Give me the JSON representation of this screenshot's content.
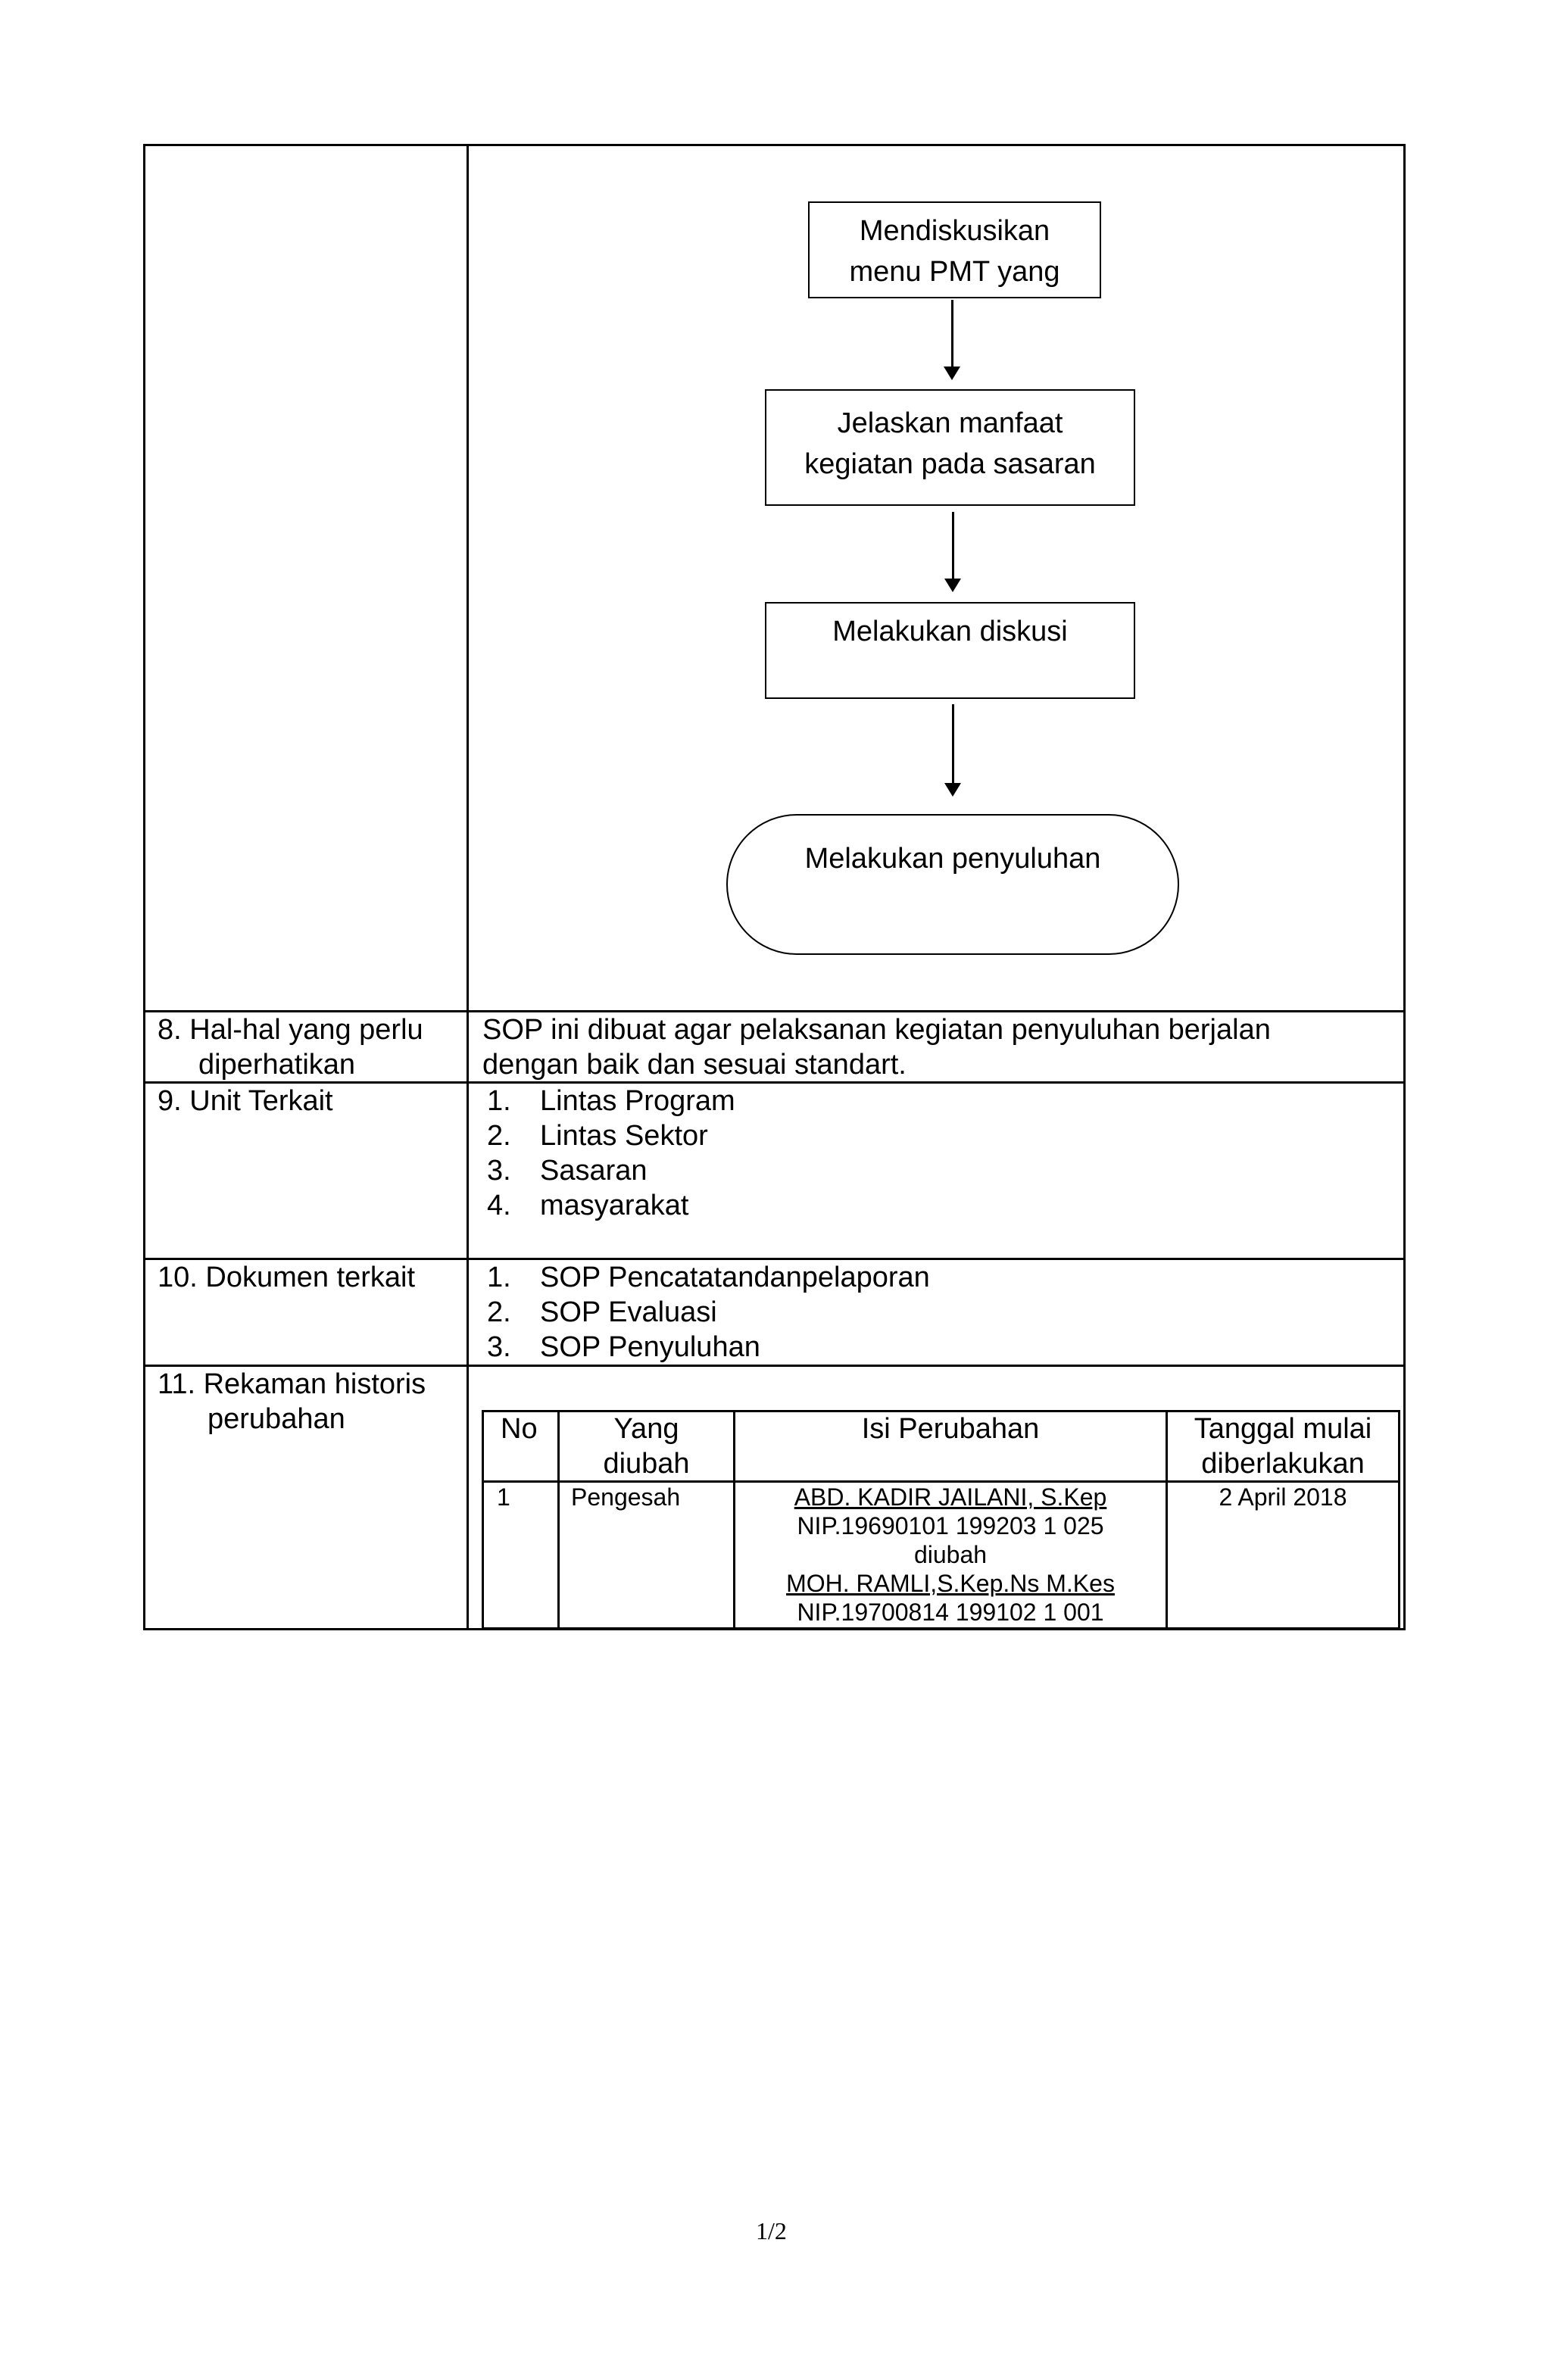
{
  "flowchart": {
    "step1": [
      "Mendiskusikan",
      "menu PMT yang"
    ],
    "step2": [
      "Jelaskan manfaat",
      "kegiatan pada sasaran"
    ],
    "step3": [
      "Melakukan diskusi"
    ],
    "terminal": "Melakukan penyuluhan"
  },
  "rows": {
    "hal_hal": {
      "label": [
        "8. Hal-hal yang perlu",
        "diperhatikan"
      ],
      "text": [
        "SOP ini dibuat agar pelaksanan kegiatan penyuluhan berjalan",
        "dengan baik dan sesuai standart."
      ]
    },
    "unit": {
      "label": "9. Unit Terkait",
      "items": [
        {
          "num": "1.",
          "text": "Lintas Program"
        },
        {
          "num": "2.",
          "text": "Lintas Sektor"
        },
        {
          "num": "3.",
          "text": "Sasaran"
        },
        {
          "num": "4.",
          "text": "masyarakat"
        }
      ]
    },
    "dokumen": {
      "label": "10. Dokumen terkait",
      "items": [
        {
          "num": "1.",
          "text": "SOP Pencatatandanpelaporan"
        },
        {
          "num": "2.",
          "text": "SOP Evaluasi"
        },
        {
          "num": "3.",
          "text": "SOP Penyuluhan"
        }
      ]
    },
    "rekaman": {
      "label": [
        "11. Rekaman historis",
        "perubahan"
      ],
      "headers": {
        "no": "No",
        "yang": [
          "Yang",
          "diubah"
        ],
        "isi": "Isi Perubahan",
        "tanggal": [
          "Tanggal mulai",
          "diberlakukan"
        ]
      },
      "row": {
        "no": "1",
        "yang": "Pengesah",
        "isi": [
          "ABD. KADIR JAILANI, S.Kep",
          "NIP.19690101 199203 1 025",
          "diubah",
          "MOH. RAMLI,S.Kep.Ns M.Kes",
          "NIP.19700814 199102 1 001"
        ],
        "tanggal": "2 April 2018"
      }
    }
  },
  "footer": {
    "page": "1/2"
  }
}
